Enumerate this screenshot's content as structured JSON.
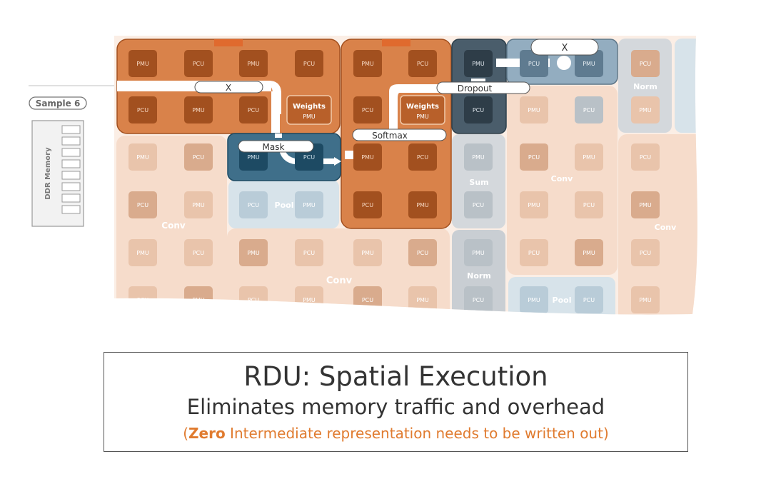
{
  "diagram": {
    "sample_label": "Sample 6",
    "memory_label": "DDR Memory",
    "unit_labels": {
      "pmu": "PMU",
      "pcu": "PCU",
      "weights": "Weights"
    },
    "block_labels": {
      "conv": "Conv",
      "pool": "Pool",
      "sum": "Sum",
      "norm": "Norm"
    },
    "op_labels": {
      "x": "X",
      "mask": "Mask",
      "softmax": "Softmax",
      "dropout": "Dropout"
    },
    "colors": {
      "active_orange": "#d9824a",
      "active_orange_cell": "#a2501f",
      "active_blue": "#3f6f8a",
      "active_blue_cell": "#1d4a63",
      "dark_slate": "#4a5d6b",
      "faded_orange": "#f6dccb",
      "faded_blue": "#d7e3ea",
      "faded_gray": "#d4d8dc"
    }
  },
  "caption": {
    "title": "RDU: Spatial Execution",
    "subtitle": "Eliminates memory traffic and overhead",
    "note_open": "(",
    "note_bold": "Zero",
    "note_rest": " Intermediate representation needs to be written out)"
  }
}
